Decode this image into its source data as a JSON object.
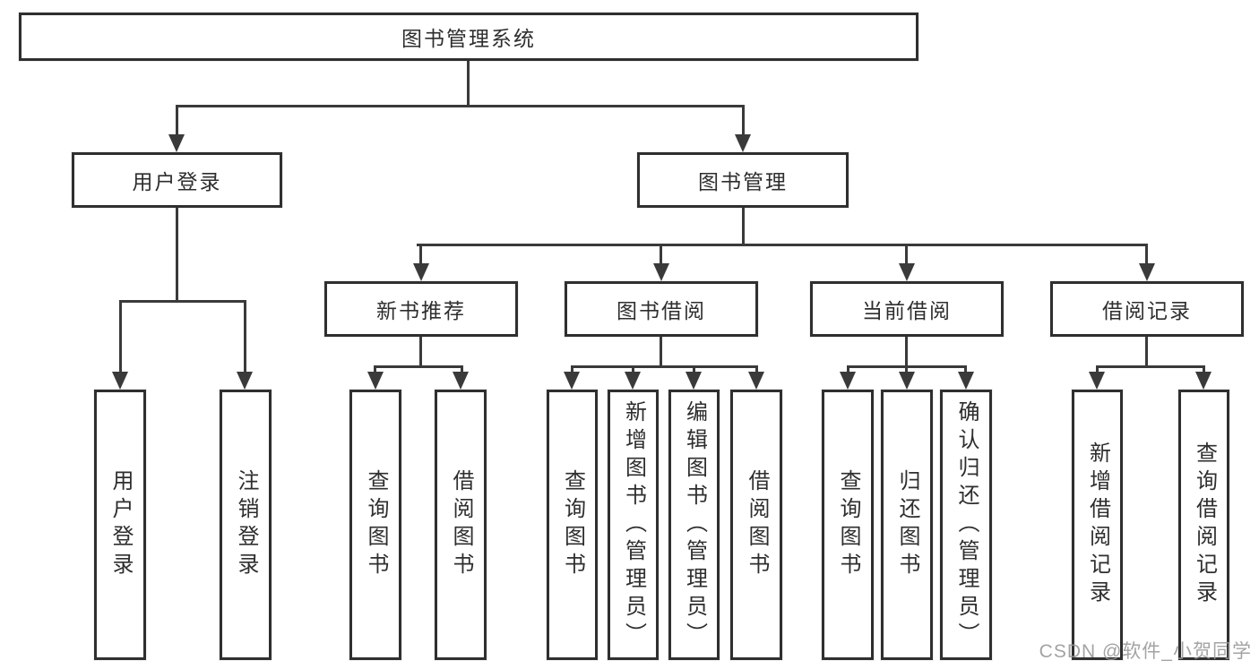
{
  "diagram": {
    "type": "tree",
    "line_color": "#3a3a3a",
    "text_color": "#2e2e2e",
    "background": "#ffffff",
    "root": {
      "label": "图书管理系统",
      "children": [
        {
          "label": "用户登录",
          "children": [
            {
              "label": "用户登录"
            },
            {
              "label": "注销登录"
            }
          ]
        },
        {
          "label": "图书管理",
          "children": [
            {
              "label": "新书推荐",
              "children": [
                {
                  "label": "查询图书"
                },
                {
                  "label": "借阅图书"
                }
              ]
            },
            {
              "label": "图书借阅",
              "children": [
                {
                  "label": "查询图书"
                },
                {
                  "label": "新增图书（管理员）"
                },
                {
                  "label": "编辑图书（管理员）"
                },
                {
                  "label": "借阅图书"
                }
              ]
            },
            {
              "label": "当前借阅",
              "children": [
                {
                  "label": "查询图书"
                },
                {
                  "label": "归还图书"
                },
                {
                  "label": "确认归还（管理员）"
                }
              ]
            },
            {
              "label": "借阅记录",
              "children": [
                {
                  "label": "新增借阅记录"
                },
                {
                  "label": "查询借阅记录"
                }
              ]
            }
          ]
        }
      ]
    }
  },
  "watermark": {
    "text": "CSDN @软件_小贺同学",
    "color": "#9e9e9e"
  }
}
